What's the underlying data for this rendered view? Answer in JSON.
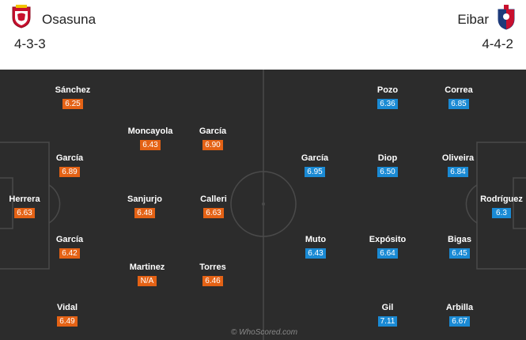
{
  "home": {
    "name": "Osasuna",
    "formation": "4-3-3",
    "crest_icon": "osasuna-crest-icon",
    "players": [
      {
        "name": "Sánchez",
        "rating": "6.25"
      },
      {
        "name": "Moncayola",
        "rating": "6.43"
      },
      {
        "name": "García",
        "rating": "6.90"
      },
      {
        "name": "García",
        "rating": "6.89"
      },
      {
        "name": "Herrera",
        "rating": "6.63"
      },
      {
        "name": "Sanjurjo",
        "rating": "6.48"
      },
      {
        "name": "Calleri",
        "rating": "6.63"
      },
      {
        "name": "García",
        "rating": "6.42"
      },
      {
        "name": "Martinez",
        "rating": "N/A"
      },
      {
        "name": "Torres",
        "rating": "6.46"
      },
      {
        "name": "Vidal",
        "rating": "6.49"
      }
    ]
  },
  "away": {
    "name": "Eibar",
    "formation": "4-4-2",
    "crest_icon": "eibar-crest-icon",
    "players": [
      {
        "name": "Pozo",
        "rating": "6.36"
      },
      {
        "name": "Correa",
        "rating": "6.85"
      },
      {
        "name": "García",
        "rating": "6.95"
      },
      {
        "name": "Diop",
        "rating": "6.50"
      },
      {
        "name": "Oliveira",
        "rating": "6.84"
      },
      {
        "name": "Rodríguez",
        "rating": "6.3"
      },
      {
        "name": "Muto",
        "rating": "6.43"
      },
      {
        "name": "Expósito",
        "rating": "6.64"
      },
      {
        "name": "Bigas",
        "rating": "6.45"
      },
      {
        "name": "Gil",
        "rating": "7.11"
      },
      {
        "name": "Arbilla",
        "rating": "6.67"
      }
    ]
  },
  "colors": {
    "home_rating": "#e46215",
    "away_rating": "#1a8ad4",
    "pitch": "#2c2c2c",
    "pitch_lines": "#4a4a4a"
  },
  "watermark": "© WhoScored.com"
}
